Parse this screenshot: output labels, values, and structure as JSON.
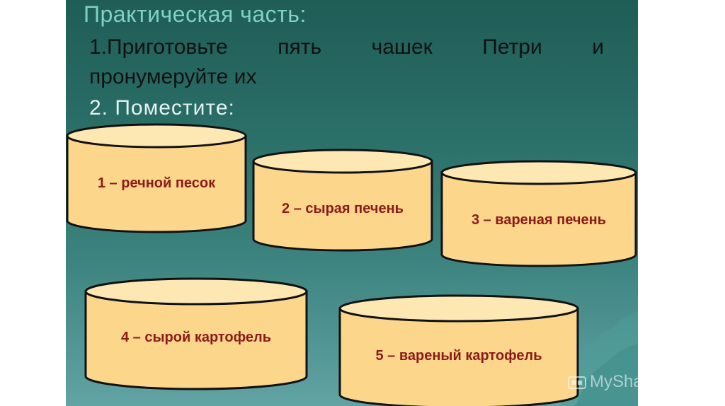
{
  "slide": {
    "title": "Практическая часть:",
    "step1_line1": "1.Приготовьте пять чашек Петри и",
    "step1_line2": "пронумеруйте их",
    "step2": "2. Поместите:"
  },
  "dishes": [
    {
      "label": "1 – речной песок"
    },
    {
      "label": "2 – сырая печень"
    },
    {
      "label": "3 – вареная печень"
    },
    {
      "label": "4 – сырой картофель"
    },
    {
      "label": "5 – вареный картофель"
    }
  ],
  "watermark": {
    "text": "MyShared",
    "icon": "myshared-logo-icon"
  },
  "colors": {
    "dish_fill": "#fcd68a",
    "dish_top": "#fde7b3",
    "dish_outline": "#111111",
    "label_color": "#8b1a1a",
    "title_color": "#7ed2c4"
  }
}
